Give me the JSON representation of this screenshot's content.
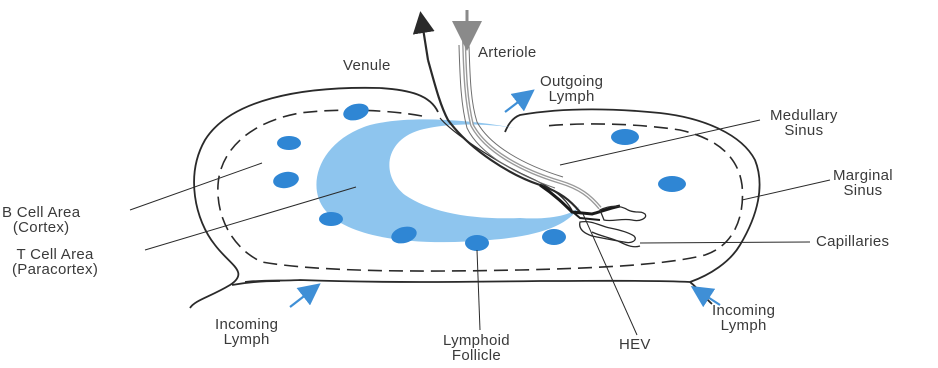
{
  "labels": {
    "venule": [
      "Venule"
    ],
    "arteriole": [
      "Arteriole"
    ],
    "outgoing_lymph": [
      "Outgoing",
      "Lymph"
    ],
    "medullary_sinus": [
      "Medullary",
      "Sinus"
    ],
    "marginal_sinus": [
      "Marginal",
      "Sinus"
    ],
    "b_cell_area": [
      "B Cell Area",
      "(Cortex)"
    ],
    "t_cell_area": [
      "T Cell Area",
      "(Paracortex)"
    ],
    "capillaries": [
      "Capillaries"
    ],
    "incoming_lymph_left": [
      "Incoming",
      "Lymph"
    ],
    "incoming_lymph_right": [
      "Incoming",
      "Lymph"
    ],
    "lymphoid_follicle": [
      "Lymphoid",
      "Follicle"
    ],
    "hev": [
      "HEV"
    ]
  },
  "colors": {
    "paracortex": "#8ec5ee",
    "follicle": "#2f86d4",
    "arrow_blue": "#3f8fd6",
    "outline": "#2a2a2a",
    "vessel_gray": "#9a9a9a"
  }
}
